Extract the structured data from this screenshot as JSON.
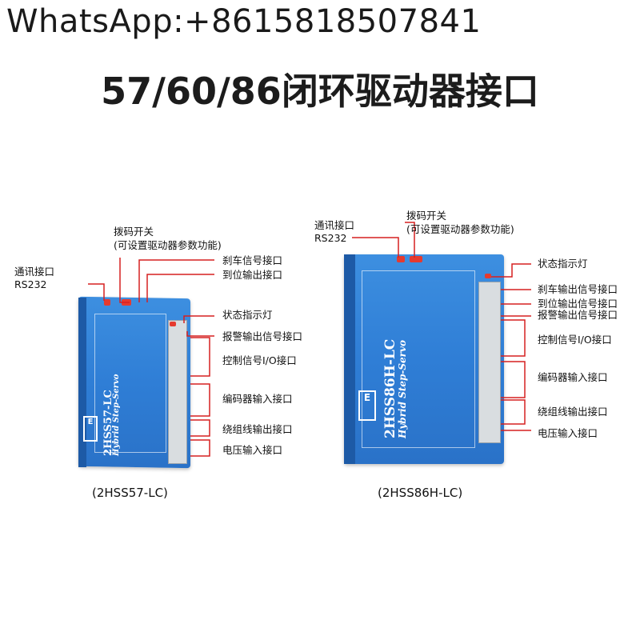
{
  "contact": "WhatsApp:+8615818507841",
  "title": "57/60/86闭环驱动器接口",
  "left": {
    "caption": "(2HSS57-LC)",
    "model_text": "2HSS57-LC",
    "subtitle": "Hybrid Step-Servo",
    "labels": {
      "comm": "通讯接口",
      "rs232": "RS232",
      "dip": "拨码开关",
      "dip_sub": "(可设置驱动器参数功能)",
      "brake": "刹车信号接口",
      "inpos": "到位输出接口",
      "status": "状态指示灯",
      "alarm": "报警输出信号接口",
      "ctrl": "控制信号I/O接口",
      "encoder": "编码器输入接口",
      "winding": "绕组线输出接口",
      "power": "电压输入接口"
    }
  },
  "right": {
    "caption": "(2HSS86H-LC)",
    "model_text": "2HSS86H-LC",
    "subtitle": "Hybrid Step-Servo",
    "labels": {
      "comm": "通讯接口",
      "rs232": "RS232",
      "dip": "拨码开关",
      "dip_sub": "(可设置驱动器参数功能)",
      "status": "状态指示灯",
      "brake": "刹车输出信号接口",
      "inpos": "到位输出信号接口",
      "alarm": "报警输出信号接口",
      "ctrl": "控制信号I/O接口",
      "encoder": "编码器输入接口",
      "winding": "绕组线输出接口",
      "power": "电压输入接口"
    }
  },
  "colors": {
    "body": "#2f7ed6",
    "leader": "#d62020",
    "text": "#111111"
  }
}
